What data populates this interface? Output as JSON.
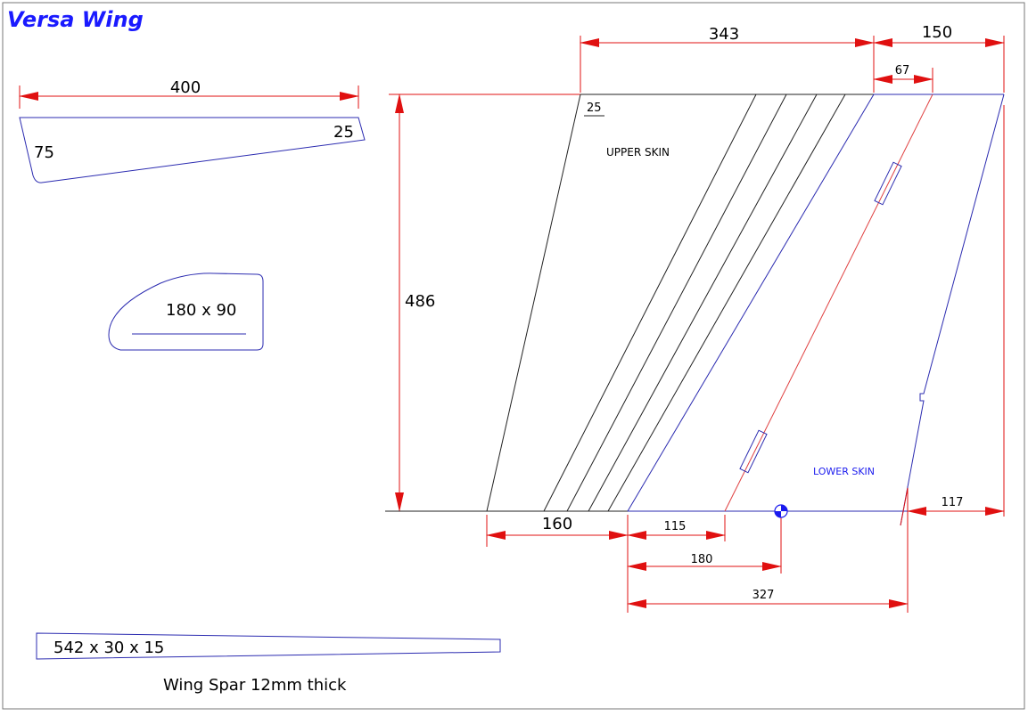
{
  "title": "Versa Wing",
  "tip_rib": {
    "length": "400",
    "root_height": "75",
    "tip_height": "25"
  },
  "fin": {
    "size": "180 x 90"
  },
  "spar": {
    "size": "542 x 30 x 15",
    "caption": "Wing Spar 12mm thick"
  },
  "wing_panel": {
    "upper_skin_label": "UPPER SKIN",
    "lower_skin_label": "LOWER SKIN",
    "dims": {
      "top_sweep": "343",
      "top_tip": "150",
      "top_small": "67",
      "corner": "25",
      "height": "486",
      "bottom_root": "160",
      "bottom_115": "115",
      "bottom_180": "180",
      "bottom_327": "327",
      "bottom_117": "117"
    }
  },
  "colors": {
    "title": "#1a1aff",
    "dimension": "#e01010",
    "outline": "#2b2bb0",
    "lines": "#222222"
  }
}
